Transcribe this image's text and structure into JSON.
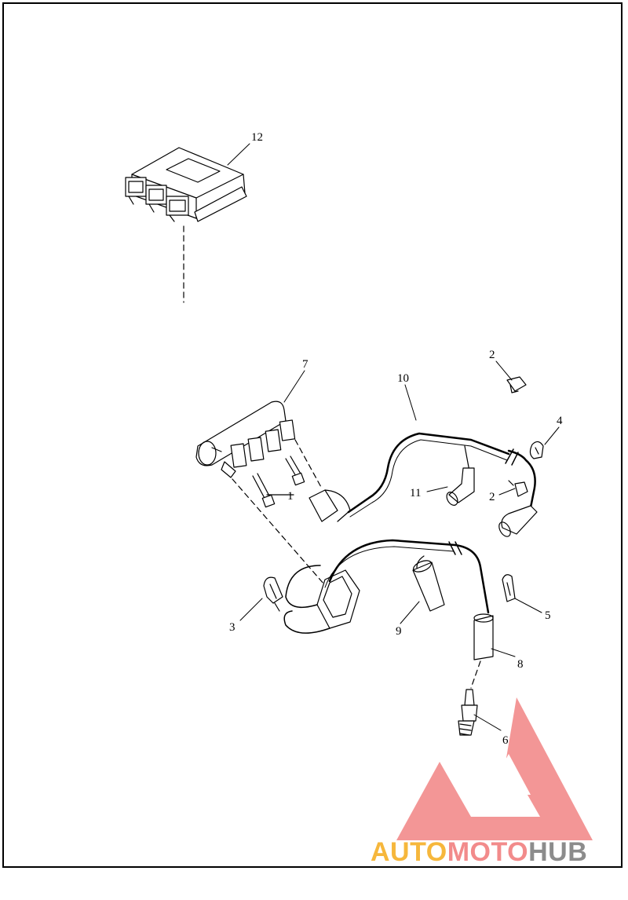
{
  "callouts": [
    {
      "id": "12",
      "label": "12"
    },
    {
      "id": "7",
      "label": "7"
    },
    {
      "id": "10",
      "label": "10"
    },
    {
      "id": "2a",
      "label": "2"
    },
    {
      "id": "4",
      "label": "4"
    },
    {
      "id": "11",
      "label": "11"
    },
    {
      "id": "2b",
      "label": "2"
    },
    {
      "id": "1",
      "label": "1"
    },
    {
      "id": "3",
      "label": "3"
    },
    {
      "id": "9",
      "label": "9"
    },
    {
      "id": "5",
      "label": "5"
    },
    {
      "id": "8",
      "label": "8"
    },
    {
      "id": "6",
      "label": "6"
    }
  ],
  "watermark": {
    "part1": "AUTO",
    "part2": "MOTO",
    "part3": "HUB",
    "colors": {
      "triangle": "#f28b8b",
      "part1": "#f6b73c",
      "part2": "#f28b8b",
      "part3": "#8c8c8c"
    }
  }
}
